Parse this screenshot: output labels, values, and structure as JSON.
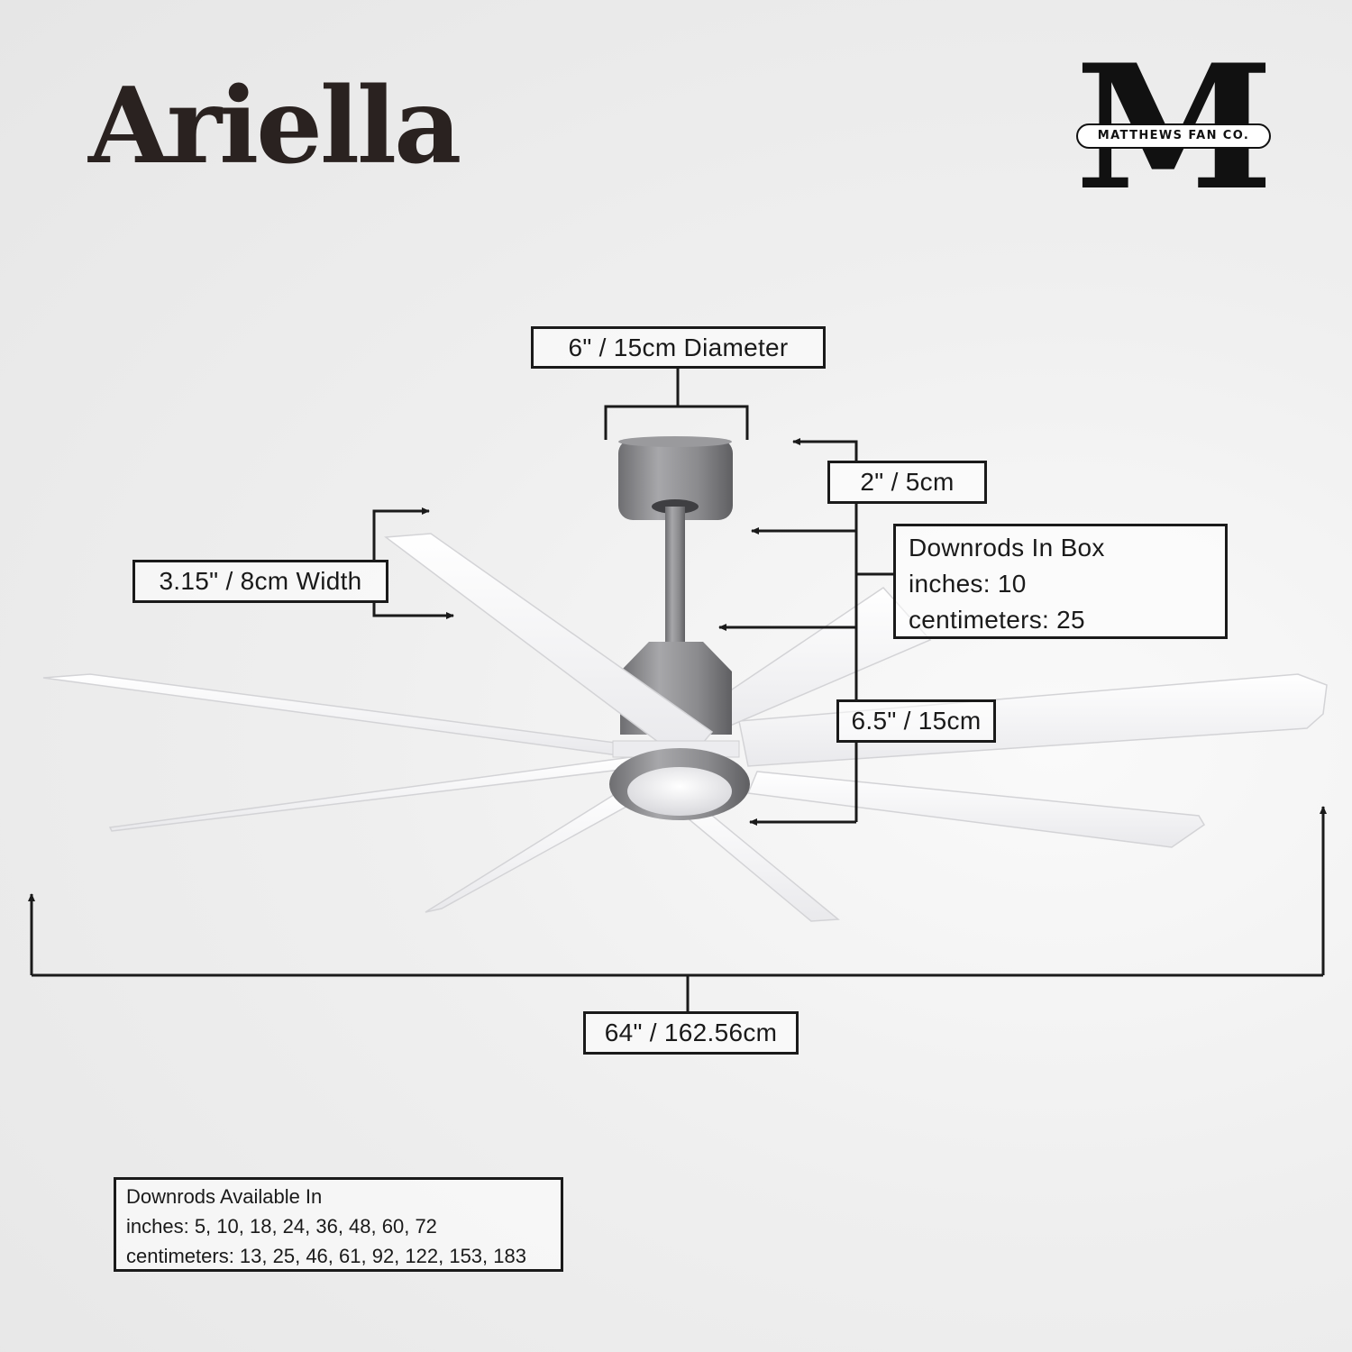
{
  "product_name": "Ariella",
  "brand": {
    "monogram": "M",
    "name": "MATTHEWS FAN CO."
  },
  "dimensions": {
    "canopy_diameter": "6\" / 15cm Diameter",
    "canopy_height": "2\" / 5cm",
    "blade_width": "3.15\" / 8cm Width",
    "downrods_in_box": {
      "title": "Downrods In Box",
      "inches": "inches: 10",
      "centimeters": "centimeters: 25"
    },
    "motor_height": "6.5\" / 15cm",
    "fan_span": "64\" / 162.56cm"
  },
  "downrods_available": {
    "title": "Downrods Available In",
    "inches": "inches: 5, 10, 18, 24, 36, 48, 60, 72",
    "centimeters": "centimeters: 13, 25, 46, 61, 92, 122, 153, 183"
  },
  "colors": {
    "finish": "#8b8b8e",
    "blades": "#ffffff",
    "lines": "#1a1a1a"
  }
}
